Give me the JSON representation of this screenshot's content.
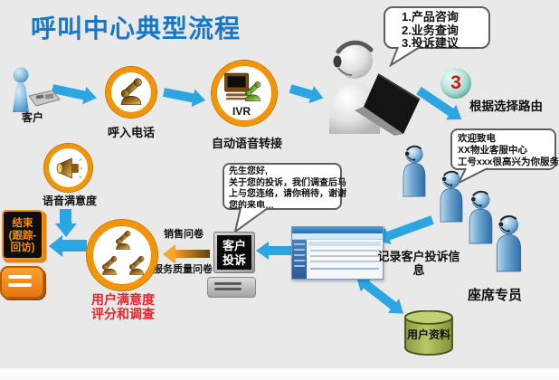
{
  "title": "呼叫中心典型流程",
  "flow": {
    "customer": "客户",
    "incoming_call": "呼入电话",
    "ivr_label": "IVR",
    "ivr_caption": "自动语音转接",
    "route_badge": "3",
    "route_label": "根据选择路由",
    "agents_label": "座席专员",
    "record_label": "记录客户投诉信息",
    "database_label": "用户资料"
  },
  "satisfaction": {
    "voice_label": "语音满意度",
    "end_lines": [
      "结束",
      "(跟踪-",
      "回访)"
    ],
    "survey_title_lines": [
      "用户满意度",
      "评分和调查"
    ],
    "sales_survey": "销售问卷",
    "service_survey": "服务质量问卷"
  },
  "complaint": {
    "monitor_lines": [
      "客户",
      "投诉"
    ]
  },
  "bubbles": {
    "menu": [
      "1.产品咨询",
      "2.业务查询",
      "3.投诉建议"
    ],
    "welcome": [
      "欢迎致电",
      "XX物业客服中心",
      "工号xxx很高兴为你服务"
    ],
    "reply": [
      "先生您好,",
      "关于您的投诉，我们调查后马",
      "上与您连络，请你稍待，谢谢",
      "您的来电…"
    ]
  },
  "colors": {
    "title_blue": "#1878c8",
    "arrow_blue": "#2ba6e0",
    "ring_orange": "#f49400",
    "red_text": "#e8262a",
    "teal_badge": "#7fd0c2",
    "agent_blue": "#4a86ba",
    "db_green": "#a9b959"
  }
}
